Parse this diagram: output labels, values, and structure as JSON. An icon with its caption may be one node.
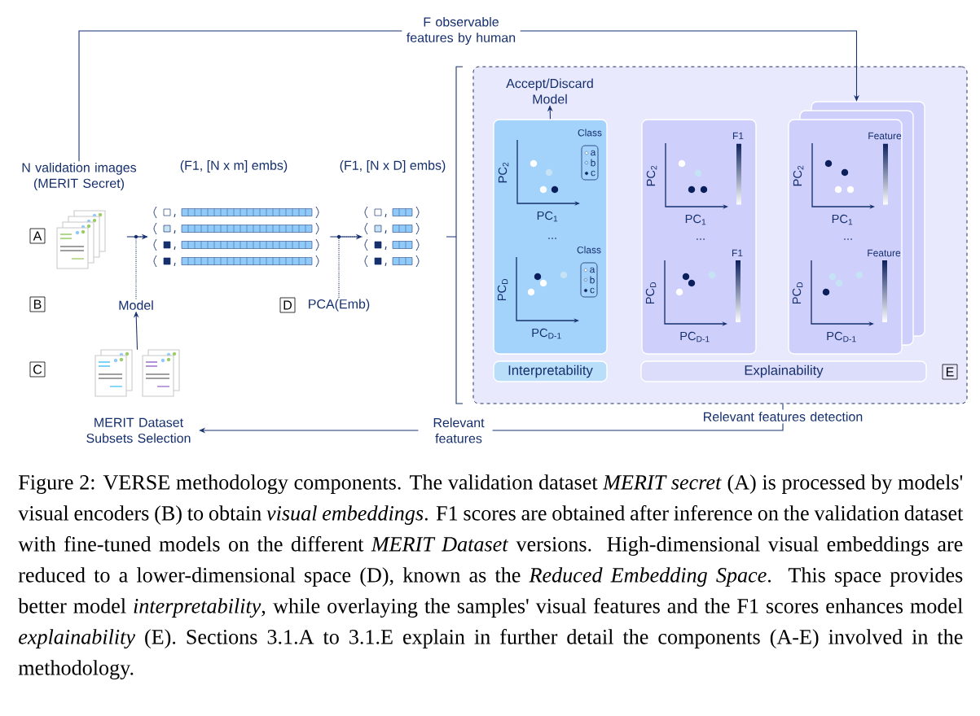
{
  "diagram": {
    "caption": "Figure 2: VERSE methodology components. The validation dataset *MERIT secret* (A) is processed by models' visual encoders (B) to obtain *visual embeddings*. F1 scores are obtained after inference on the validation dataset with fine-tuned models on the different *MERIT Dataset* versions. High-dimensional visual embeddings are reduced to a lower-dimensional space (D), known as the *Reduced Embedding Space*. This space provides better model *interpretability*, while overlaying the samples' visual features and the F1 scores enhances model *explainability* (E). Sections 3.1.A to 3.1.E explain in further detail the components (A-E) involved in the methodology.",
    "nodes": [
      {
        "text": [
          "N validation images (MERIT Secret)"
        ]
      },
      {
        "text": [],
        "shape": "picture"
      },
      {
        "text": [
          "(F1, [N x m] embs)"
        ]
      },
      {
        "text": [
          "(F1, [N x D] embs)"
        ]
      },
      {
        "text": [
          "Model"
        ]
      },
      {
        "text": [
          "PCA(Emb)"
        ]
      },
      {
        "text": [],
        "shape": "picture"
      },
      {
        "text": [],
        "shape": "box"
      },
      {
        "text": [
          "Accept/Discard Model"
        ],
        "in": 7
      },
      {
        "text": [],
        "shape": "box",
        "in": 7
      },
      {
        "text": [
          "Interpretability"
        ],
        "in": 7
      },
      {
        "text": [],
        "shape": "box",
        "in": 7
      },
      {
        "text": [],
        "shape": "box",
        "in": 7
      },
      {
        "text": [
          "Explainability"
        ],
        "in": 7
      },
      {
        "text": [
          "Relevant features"
        ]
      },
      {
        "text": [
          "MERIT Dataset Subsets Selection"
        ]
      }
    ],
    "edges": [
      {
        "from": 0,
        "to": 12,
        "arrow": "to",
        "label": "F observable features by human"
      },
      {
        "from": 1,
        "to": 2,
        "arrow": "to"
      },
      {
        "from": 4,
        "to": 2,
        "arrow": "none",
        "style": "dashed"
      },
      {
        "from": 6,
        "to": 4,
        "arrow": "to"
      },
      {
        "from": 2,
        "to": 3,
        "arrow": "to"
      },
      {
        "from": 5,
        "to": 3,
        "arrow": "none",
        "style": "dashed"
      },
      {
        "from": 9,
        "to": 8,
        "arrow": "to"
      },
      {
        "from": 7,
        "to": 14,
        "arrow": "none",
        "label": "Relevant features detection"
      },
      {
        "from": 14,
        "to": 15,
        "arrow": "to"
      }
    ],
    "labels": [
      "A",
      "B",
      "D",
      "C",
      "Class",
      "a",
      "b",
      "c",
      "PC$_{2}$",
      "PC$_{1}$",
      "...",
      "Class",
      "a",
      "b",
      "c",
      "PC$_{D}$",
      "PC$_{D-1}$",
      "F1",
      "PC$_{2}$",
      "PC$_{1}$",
      "...",
      "F1",
      "PC$_{D}$",
      "PC$_{D-1}$",
      "Feature",
      "PC$_{2}$",
      "PC$_{1}$",
      "...",
      "Feature",
      "PC$_{D}$",
      "PC$_{D-1}$",
      "E"
    ]
  }
}
